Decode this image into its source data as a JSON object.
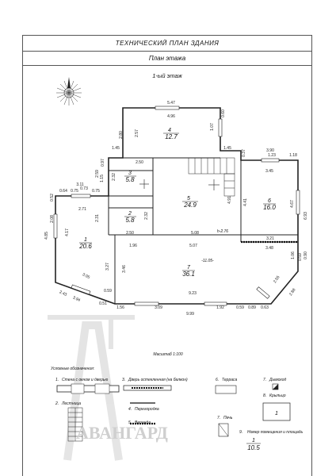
{
  "title": "ТЕХНИЧЕСКИЙ ПЛАН ЗДАНИЯ",
  "subtitle": "План этажа",
  "floor_label": "1-ый этаж",
  "scale_label": "Масштаб 1:100",
  "rooms": [
    {
      "number": "1",
      "area": "20.6"
    },
    {
      "number": "2",
      "area": "5.8"
    },
    {
      "number": "3",
      "area": "5.8"
    },
    {
      "number": "4",
      "area": "12.7"
    },
    {
      "number": "5",
      "area": "24.9"
    },
    {
      "number": "6",
      "area": "16.0"
    },
    {
      "number": "7",
      "area": "36.1"
    }
  ],
  "height_note": "h-2.76",
  "level_note": "-11.05-",
  "dimensions": {
    "d547": "5.47",
    "d496": "4.96",
    "d280": "2.80",
    "d257": "2.57",
    "d107": "1.07",
    "d060a": "0.60",
    "d145a": "1.45",
    "d145b": "1.45",
    "d037": "0.37",
    "d390": "3.90",
    "d123": "1.23",
    "d118": "1.18",
    "d250a": "2.50",
    "d345": "3.45",
    "d232a": "2.32",
    "d259": "2.59",
    "d115": "1.15",
    "d097": "0.97",
    "d311": "3.11",
    "d073": "0.73",
    "d064": "0.64",
    "d075a": "0.75",
    "d075b": "0.75",
    "d052": "0.52",
    "d271": "2.71",
    "d231": "2.31",
    "d232b": "2.32",
    "d491": "4.91",
    "d441": "4.41",
    "d467": "4.67",
    "d693": "6.93",
    "d208": "2.08",
    "d417": "4.17",
    "d485": "4.85",
    "d250b": "2.50",
    "d508": "5.08",
    "d321": "3.21",
    "d196": "1.96",
    "d507": "5.07",
    "d348": "3.48",
    "d106": "1.06",
    "d090": "0.90",
    "d059a": "0.59",
    "d346": "3.46",
    "d327": "3.27",
    "d305": "3.05",
    "d243": "2.43",
    "d394": "3.94",
    "d051": "0.51",
    "d059b": "0.59",
    "d923": "9.23",
    "d156": "1.56",
    "d309": "3.09",
    "d192": "1.92",
    "d089": "0.89",
    "d063": "0.63",
    "d999": "9.99",
    "d255": "2.55",
    "d288": "2.88",
    "d059c": "0.59"
  },
  "legend": {
    "header": "Условные обозначения:",
    "items": [
      {
        "number": "1.",
        "label": "Стена с окном и дверью"
      },
      {
        "number": "2.",
        "label": "Лестница"
      },
      {
        "number": "3.",
        "label": "Дверь остекленная (на балкон)"
      },
      {
        "number": "4.",
        "label": "Перегородка"
      },
      {
        "number": "5.",
        "label": "Веранда"
      },
      {
        "number": "6.",
        "label": "Терраса"
      },
      {
        "number": "7.",
        "label": "Печь"
      },
      {
        "number": "7.",
        "label": "Дымоход"
      },
      {
        "number": "8.",
        "label": "Крыльцо"
      },
      {
        "number": "9.",
        "label": "Номер помещения и площадь"
      }
    ],
    "sample_room_number": "1",
    "sample_room_area": "10.5",
    "porch_number": "1"
  },
  "watermark": "АВАНГАРД",
  "colors": {
    "line": "#222222",
    "frame": "#555555",
    "watermark": "#cfcfcf"
  }
}
